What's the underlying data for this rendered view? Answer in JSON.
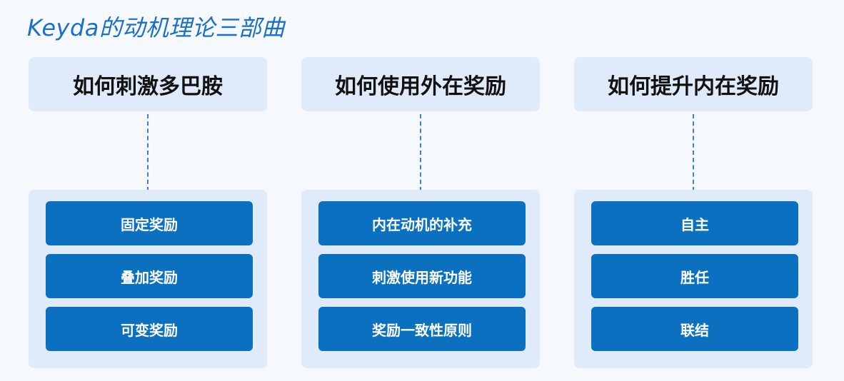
{
  "title": "Keyda的动机理论三部曲",
  "columns": [
    {
      "header": "如何刺激多巴胺",
      "items": [
        "固定奖励",
        "叠加奖励",
        "可变奖励"
      ]
    },
    {
      "header": "如何使用外在奖励",
      "items": [
        "内在动机的补充",
        "刺激使用新功能",
        "奖励一致性原则"
      ]
    },
    {
      "header": "如何提升内在奖励",
      "items": [
        "自主",
        "胜任",
        "联结"
      ]
    }
  ],
  "colors": {
    "background": "#f5f8fd",
    "panel": "#dfebfb",
    "item": "#0b70bf",
    "title": "#1a6fc6",
    "connector": "#3a7fd0"
  }
}
